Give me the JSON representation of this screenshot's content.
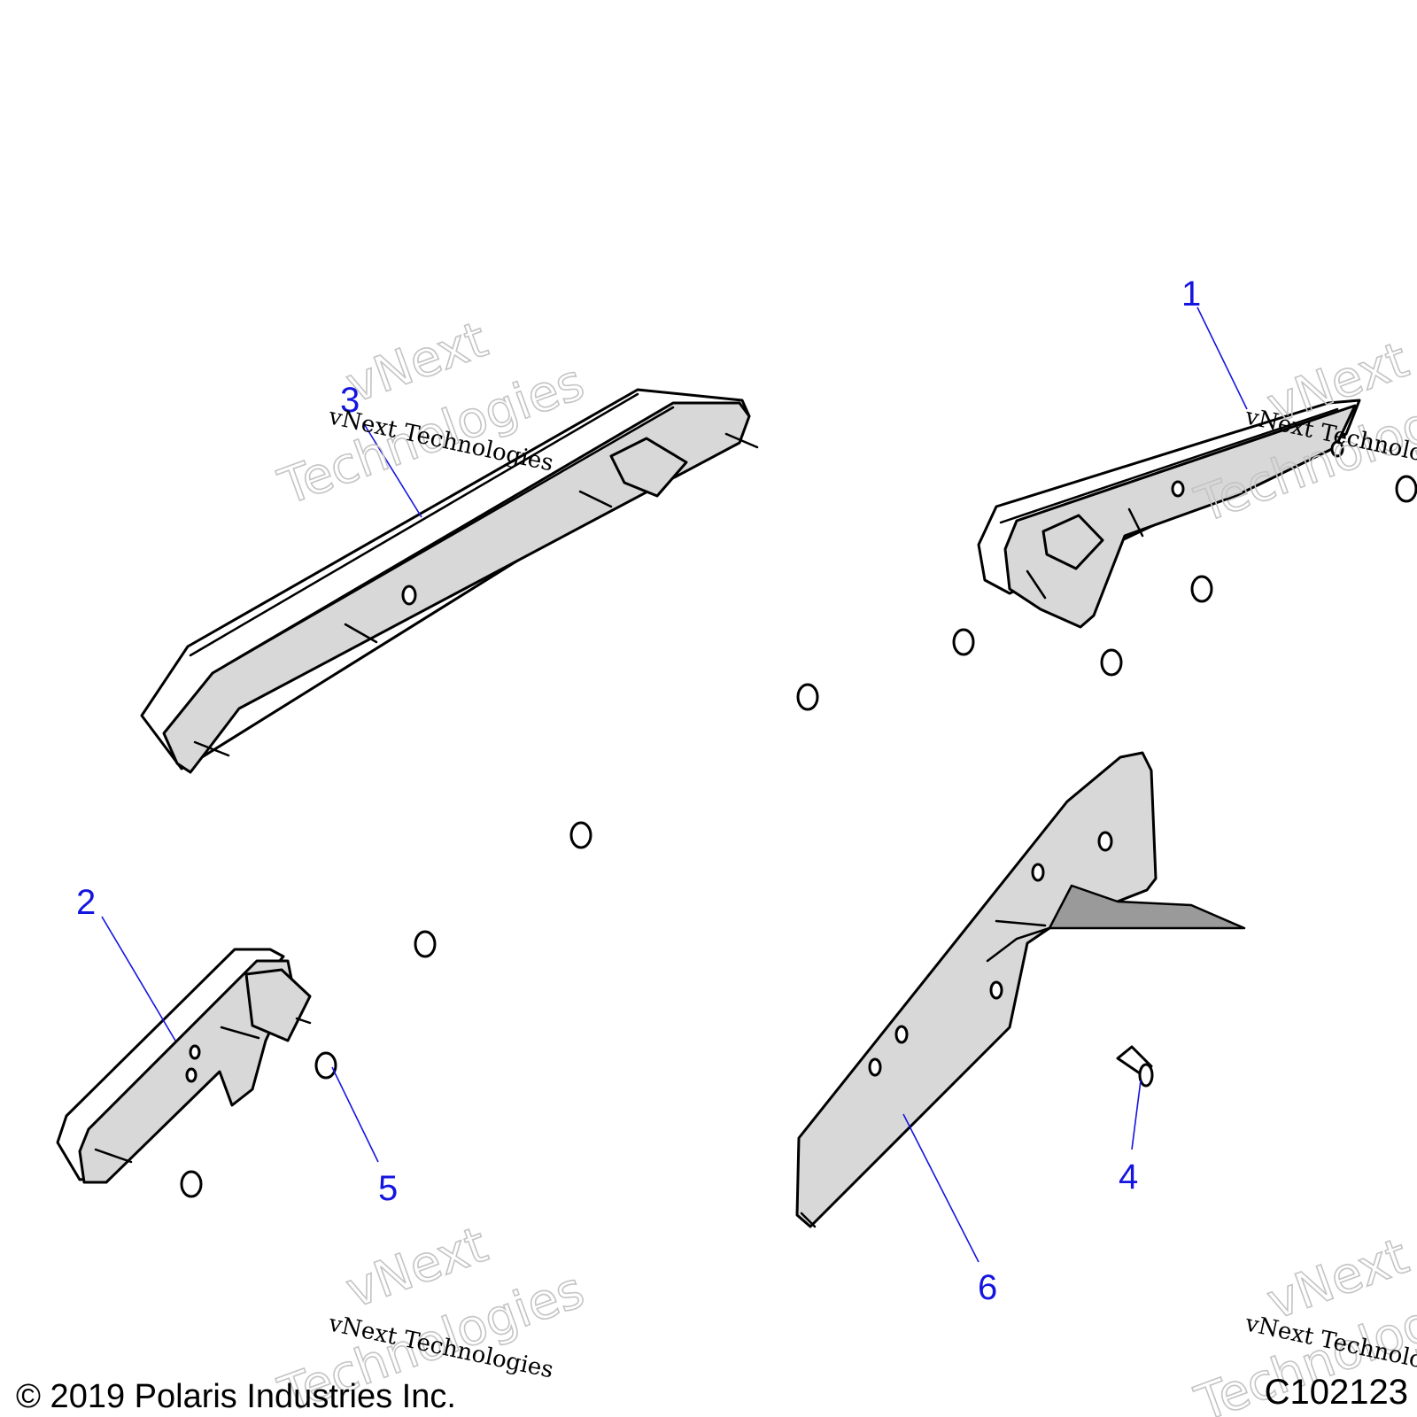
{
  "callouts": [
    "1",
    "2",
    "3",
    "4",
    "5",
    "6"
  ],
  "watermark": {
    "line": "vNext Technologies",
    "word1": "vNext",
    "word2": "Technologies"
  },
  "footer": {
    "copyright": "© 2019 Polaris Industries Inc.",
    "figure_id": "C102123"
  },
  "colors": {
    "callout": "#1515e0",
    "part_fill": "#d8d8d8",
    "outline": "#000000"
  }
}
